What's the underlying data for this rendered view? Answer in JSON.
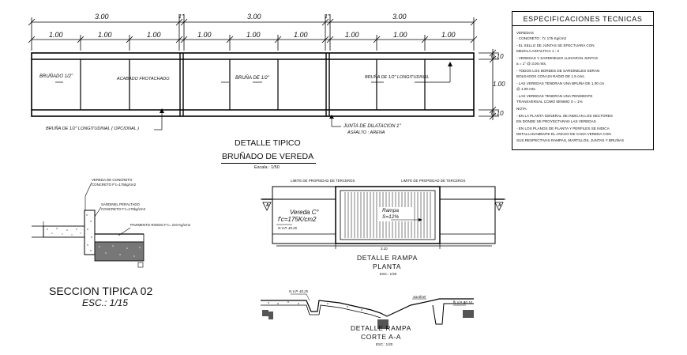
{
  "plan": {
    "top_dims": [
      "3.00",
      "3.00",
      "3.00"
    ],
    "sub_dims": [
      "1.00",
      "1.00",
      "1.00",
      "1.00",
      "1.00",
      "1.00",
      "1.00",
      "1.00",
      "1.00"
    ],
    "joint_marks": [
      "1\"",
      "1\""
    ],
    "right_dims": [
      "0.10",
      "1.00",
      "0.10"
    ],
    "labels": {
      "brunado_left": "BRUÑADO 1/2\"",
      "acabado": "ACABADO FROTACHADO",
      "brunado_mid": "BRUÑA DE 1/2\"",
      "brunado_long": "BRUÑA DE 1/2\" LONGITUDINAL",
      "brunado_opcional": "BRUÑA DE 1/2\" LONGITUDINAL ( OPCIONAL )",
      "junta_1": "JUNTA DE DILATACION 1\"",
      "junta_2": "ASFALTO : ARENA"
    },
    "title_1": "DETALLE TIPICO",
    "title_2": "BRUÑADO DE VEREDA",
    "scale": "Escala : 1/50"
  },
  "specs": {
    "title": "ESPECIFICACIONES TECNICAS",
    "lines": [
      "VEREDAS",
      "- CONCRETO :  f'c 175 Kg/cm2",
      "- EL SELLO DE JUNTAS SE EFECTUARA CON",
      "   MEZCLA ASFALTICA 1 : 3",
      "- VEREDAS Y SARDINELES LLEVARAN JUNTAS",
      "   a = 1\"  @ 3.00 mts.",
      "- TODOS LOS BORDES DE SARDINELES SERAN",
      "   BOLEADOS CON UN RADIO DE 1.5 cms.",
      "- LAS VEREDAS TENDRAN UNA BRUÑA DE 1.00 cm",
      "   @ 1.00 mts.",
      "- LAS VEREDAS TENDRAN UNA PENDIENTE",
      "   TRANSVERSAL COMO MINIMO S = 1%",
      "NOTA:",
      "- EN LA PLANTA GENERAL SE INDICAN LOS SECTORES",
      "   EN DONDE SE PROYECTARAN LAS VEREDAS",
      "- EN LOS PLANOS DE PLANTA Y PERFILES SE INDICA",
      "   DETALLADAMENTE EL ANCHO DE CADA VEREDA CON",
      "   SUS RESPECTIVAS RAMPAS, MARTILLOS, JUNTAS Y BRUÑAS"
    ]
  },
  "section": {
    "label_1": "VEREDA DE CONCRETO",
    "label_1b": "CONCRETO F'c=175kg/cm2",
    "label_2": "SARDINEL PERALTADO",
    "label_2b": "CONCRETO F'c=175kg/cm2",
    "label_3": "PAVIMENTO RIGIDO F'c= 210 Kg/cm2",
    "title": "SECCION TIPICA 02",
    "scale": "ESC.: 1/15"
  },
  "ramp_plan": {
    "limit_left": "LIMITE DE PROPIEDAD DE TERCEROS",
    "limit_right": "LIMITE DE PROPIEDAD DE TERCEROS",
    "vereda_1": "Vereda C°",
    "vereda_2": "f'c=175K/cm2",
    "nvp": "N.V.P. 40.25",
    "rampa_1": "Rampa",
    "rampa_2": "S=12%",
    "dim": "3.10",
    "title_1": "DETALLE  RAMPA",
    "title_2": "PLANTA",
    "scale": "ESC.: 1/20",
    "marker": "A"
  },
  "ramp_section": {
    "nvp_left": "N.V.P. 40.25",
    "nvp_right": "N.V.P. 40.10",
    "label_right": "Sardinel",
    "title_1": "DETALLE  RAMPA",
    "title_2": "CORTE  A-A",
    "scale": "ESC.: 1/20"
  }
}
